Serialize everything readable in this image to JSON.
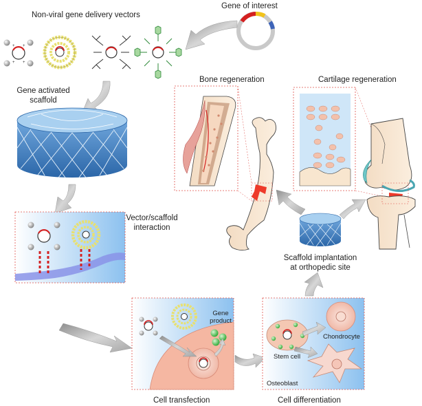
{
  "labels": {
    "gene_of_interest": "Gene of interest",
    "non_viral_vectors": "Non-viral gene delivery vectors",
    "gene_activated_scaffold_l1": "Gene activated",
    "gene_activated_scaffold_l2": "scaffold",
    "vector_scaffold_l1": "Vector/scaffold",
    "vector_scaffold_l2": "interaction",
    "bone_regeneration": "Bone regeneration",
    "cartilage_regeneration": "Cartilage regeneration",
    "scaffold_implantation_l1": "Scaffold implantation",
    "scaffold_implantation_l2": "at orthopedic site",
    "gene_product_l1": "Gene",
    "gene_product_l2": "product",
    "chondrocyte": "Chondrocyte",
    "stem_cell": "Stem cell",
    "osteoblast": "Osteoblast",
    "cell_transfection": "Cell transfection",
    "cell_differentiation": "Cell differentiation"
  },
  "colors": {
    "scaffold_blue": "#3d7fc1",
    "arrow_grey": "#b5b5b5",
    "dashed_border": "#e0504a",
    "gene_red": "#d42020",
    "nanoparticle_yellow": "#e8e070",
    "bone_beige": "#f7e3cc",
    "cell_pink": "#f2c4b6"
  }
}
